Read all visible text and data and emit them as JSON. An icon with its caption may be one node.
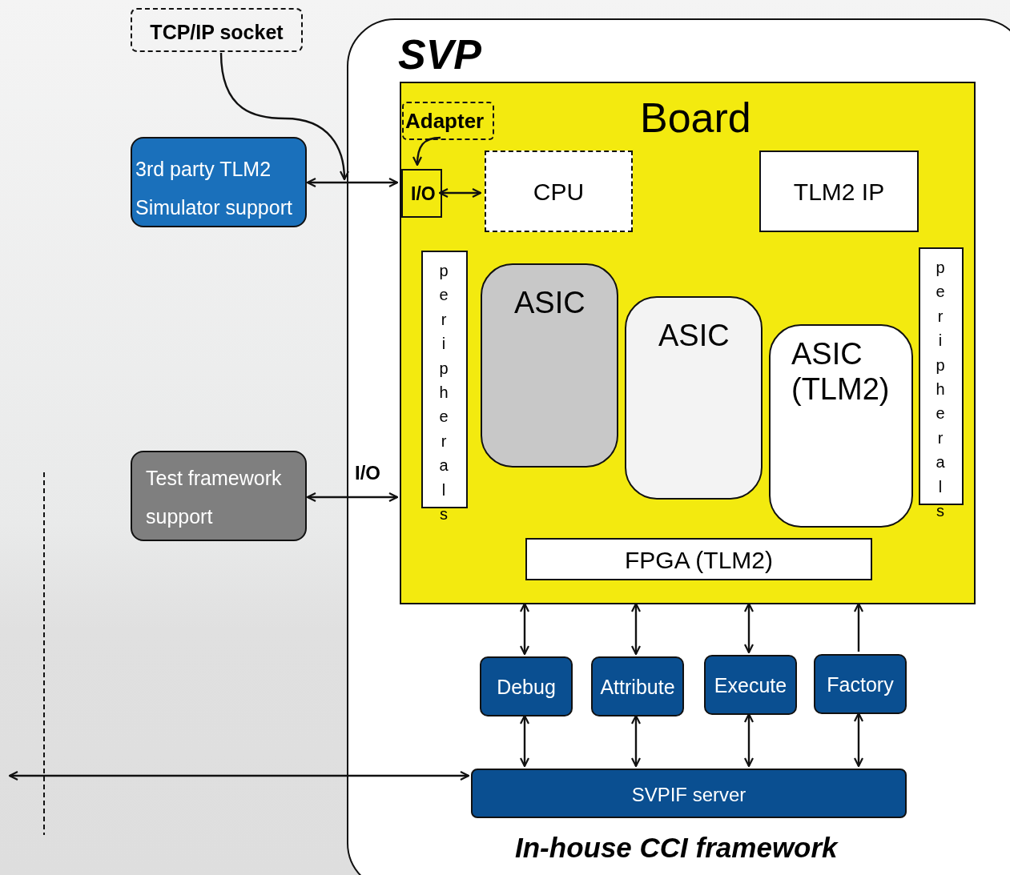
{
  "diagram": {
    "nodes": [
      {
        "text": [
          "TCP/IP socket"
        ]
      },
      {
        "text": [
          "3rd party TLM2 Simulator support"
        ]
      },
      {
        "text": [
          "Test framework support"
        ]
      },
      {
        "text": [
          "SVP",
          "In-house CCI framework"
        ]
      },
      {
        "text": [
          "Board"
        ],
        "in": 3
      },
      {
        "text": [
          "Adapter"
        ],
        "in": 4
      },
      {
        "text": [
          "I/O"
        ],
        "in": 4
      },
      {
        "text": [
          "CPU"
        ],
        "in": 4
      },
      {
        "text": [
          "TLM2 IP"
        ],
        "in": 4
      },
      {
        "text": [
          "peripherals"
        ],
        "in": 4
      },
      {
        "text": [
          "ASIC"
        ],
        "in": 4
      },
      {
        "text": [
          "ASIC"
        ],
        "in": 4
      },
      {
        "text": [
          "ASIC (TLM2)"
        ],
        "in": 4
      },
      {
        "text": [
          "peripherals"
        ],
        "in": 4
      },
      {
        "text": [
          "FPGA (TLM2)"
        ],
        "in": 4
      },
      {
        "text": [
          "Debug"
        ],
        "in": 3
      },
      {
        "text": [
          "Attribute"
        ],
        "in": 3
      },
      {
        "text": [
          "Execute"
        ],
        "in": 3
      },
      {
        "text": [
          "Factory"
        ],
        "in": 3
      },
      {
        "text": [
          "SVPIF server"
        ],
        "in": 3
      }
    ],
    "edges": [
      {
        "from": 0,
        "to": 3,
        "arrow": "to"
      },
      {
        "from": 1,
        "to": 6,
        "arrow": "both"
      },
      {
        "from": 5,
        "to": 6,
        "arrow": "to"
      },
      {
        "from": 6,
        "to": 7,
        "arrow": "both"
      },
      {
        "from": 2,
        "to": 4,
        "arrow": "both",
        "label": "I/O"
      },
      {
        "from": 15,
        "to": 4,
        "arrow": "both"
      },
      {
        "from": 16,
        "to": 4,
        "arrow": "both"
      },
      {
        "from": 17,
        "to": 4,
        "arrow": "both"
      },
      {
        "from": 18,
        "to": 4,
        "arrow": "to"
      },
      {
        "from": 15,
        "to": 19,
        "arrow": "both"
      },
      {
        "from": 16,
        "to": 19,
        "arrow": "both"
      },
      {
        "from": 17,
        "to": 19,
        "arrow": "both"
      },
      {
        "from": 18,
        "to": 19,
        "arrow": "both"
      },
      {
        "from": null,
        "to": 19,
        "arrow": "both"
      }
    ]
  }
}
